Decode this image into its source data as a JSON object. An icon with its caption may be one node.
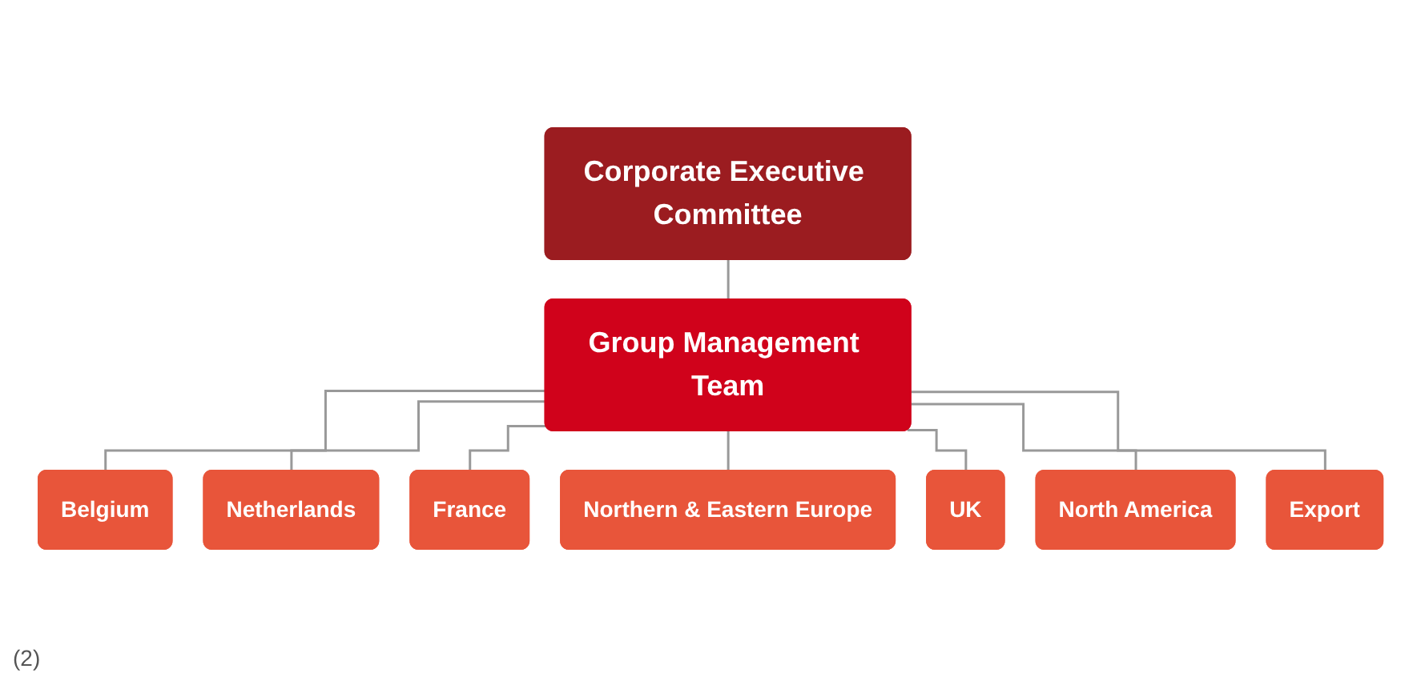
{
  "diagram": {
    "nodes": [
      {
        "text": [
          "Corporate Executive Committee"
        ]
      },
      {
        "text": [
          "Group Management Team"
        ]
      },
      {
        "text": [
          "Belgium"
        ]
      },
      {
        "text": [
          "Netherlands"
        ]
      },
      {
        "text": [
          "France"
        ]
      },
      {
        "text": [
          "Northern & Eastern Europe"
        ]
      },
      {
        "text": [
          "UK"
        ]
      },
      {
        "text": [
          "North America"
        ]
      },
      {
        "text": [
          "Export"
        ]
      }
    ],
    "edges": [
      {
        "from": 0,
        "to": 1,
        "arrow": "none"
      },
      {
        "from": 1,
        "to": 2,
        "arrow": "none"
      },
      {
        "from": 1,
        "to": 3,
        "arrow": "none"
      },
      {
        "from": 1,
        "to": 4,
        "arrow": "none"
      },
      {
        "from": 1,
        "to": 5,
        "arrow": "none"
      },
      {
        "from": 1,
        "to": 6,
        "arrow": "none"
      },
      {
        "from": 1,
        "to": 7,
        "arrow": "none"
      },
      {
        "from": 1,
        "to": 8,
        "arrow": "none"
      }
    ],
    "labels": [
      "(2)"
    ]
  }
}
